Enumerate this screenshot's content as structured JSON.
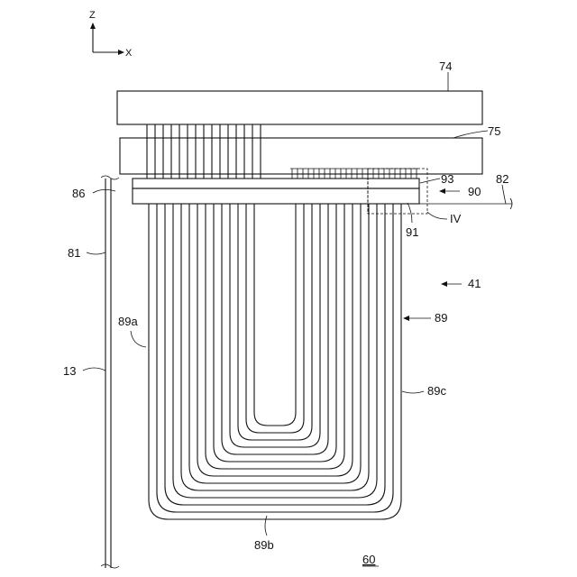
{
  "axes": {
    "z_label": "Z",
    "x_label": "X"
  },
  "labels": {
    "l74": "74",
    "l75": "75",
    "l82": "82",
    "l93": "93",
    "l90": "90",
    "l86": "86",
    "l91": "91",
    "lIV": "IV",
    "l81": "81",
    "l41": "41",
    "l89a": "89a",
    "l89": "89",
    "l13": "13",
    "l89c": "89c",
    "l89b": "89b",
    "l60": "60"
  }
}
